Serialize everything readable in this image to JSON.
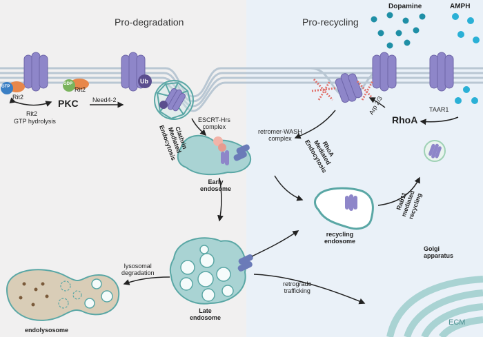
{
  "sections": {
    "left_title": "Pro-degradation",
    "right_title": "Pro-recycling"
  },
  "labels": {
    "dopamine": "Dopamine",
    "amph": "AMPH",
    "gtp": "GTP",
    "gdp": "GDP",
    "rit2_a": "Rit2",
    "rit2_b": "Rit2",
    "rit2_hydrolysis_1": "Rit2",
    "rit2_hydrolysis_2": "GTP hydrolysis",
    "pkc": "PKC",
    "need4": "Need4-2",
    "ub": "Ub",
    "clathrin": [
      "Clathrin",
      "Mediated",
      "Endocytosis"
    ],
    "escrt": [
      "ESCRT-Hrs",
      "complex"
    ],
    "retromer": [
      "retromer-WASH",
      "complex"
    ],
    "rhoa_mediated": [
      "RhoA",
      "Mediated",
      "Endocytosis"
    ],
    "arp": "Arp 2/3",
    "taar1": "TAAR1",
    "rhoa": "RhoA",
    "early_endosome": [
      "Early",
      "endosome"
    ],
    "recycling_endosome": [
      "recycling",
      "endosome"
    ],
    "rab11": [
      "Rab11",
      "mediated",
      "recycling"
    ],
    "golgi": [
      "Golgi",
      "apparatus"
    ],
    "lysosomal": [
      "lysosomal",
      "degradation"
    ],
    "retrograde": [
      "retrograde",
      "trafficking"
    ],
    "late_endosome": [
      "Late",
      "endosome"
    ],
    "endolysosome": "endolysosome",
    "ecm": "ECM"
  },
  "colors": {
    "left_bg": "#f1f0f0",
    "right_bg": "#eaf1f8",
    "membrane": "#b9c7d3",
    "transporter": "#8e86c9",
    "endosome_fill": "#a9d3d3",
    "endosome_stroke": "#5aa7a5",
    "dopamine_dot": "#1f8fa6",
    "amph_dot": "#2ab0d6",
    "ub_badge": "#5b4e8e",
    "gtp_badge": "#3b7fc4",
    "gdp_badge": "#7ab35c",
    "rit2_orange": "#e8874a"
  }
}
